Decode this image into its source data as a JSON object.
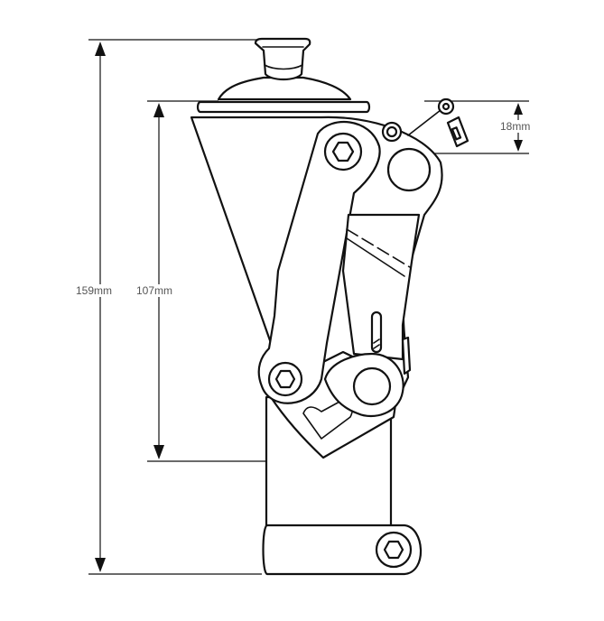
{
  "dimensions": {
    "overall_height": "159mm",
    "build_height": "107mm",
    "offset_height": "18mm"
  },
  "colors": {
    "line": "#111111",
    "label": "#555555",
    "background": "#ffffff"
  }
}
